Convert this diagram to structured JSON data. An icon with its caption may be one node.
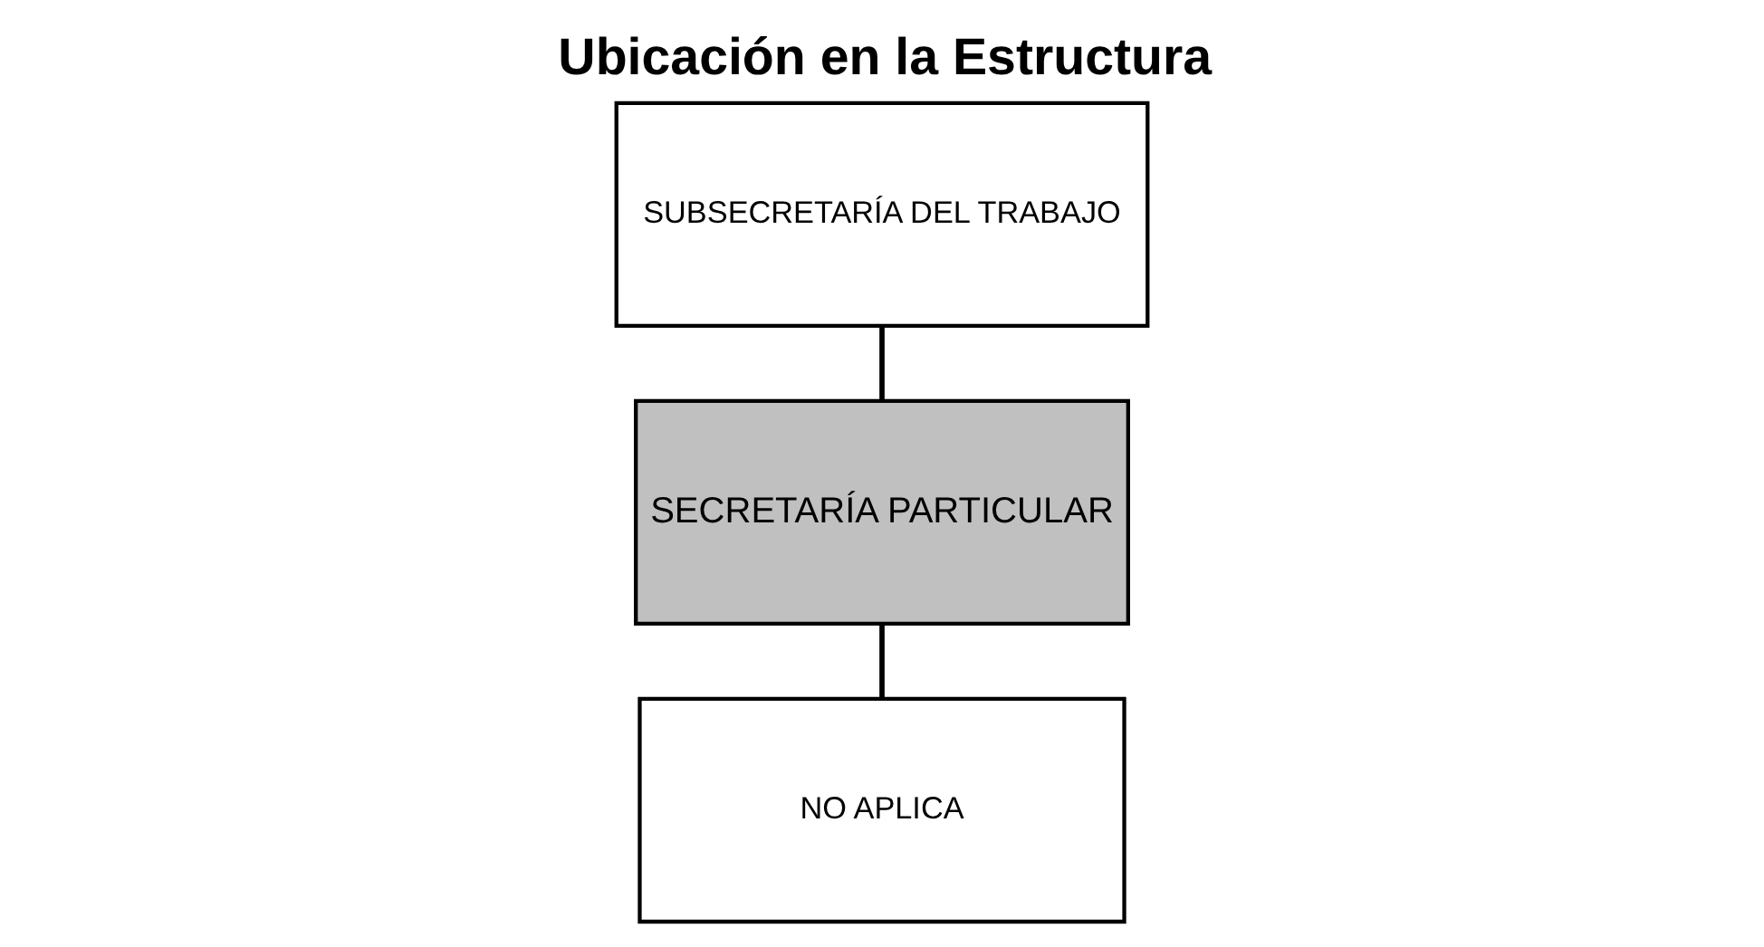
{
  "diagram": {
    "title": "Ubicación en la Estructura",
    "nodes": [
      {
        "text": [
          "SUBSECRETARÍA DEL TRABAJO"
        ]
      },
      {
        "text": [
          "SECRETARÍA PARTICULAR"
        ]
      },
      {
        "text": [
          "NO APLICA"
        ]
      }
    ],
    "edges": [
      {
        "from": 0,
        "to": 1,
        "arrow": "none"
      },
      {
        "from": 1,
        "to": 2,
        "arrow": "none"
      }
    ]
  }
}
